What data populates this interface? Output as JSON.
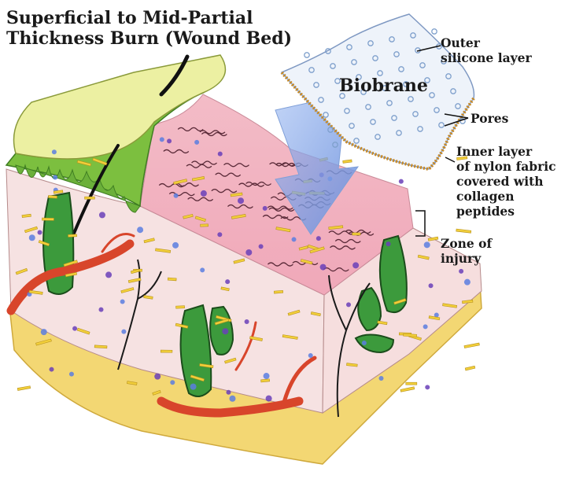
{
  "title": {
    "line1": "Superficial to Mid-Partial",
    "line2": "Thickness Burn (Wound Bed)"
  },
  "labels": {
    "biobrane": "Biobrane",
    "outer_layer": [
      "Outer",
      "silicone layer"
    ],
    "pores": "Pores",
    "inner_layer": [
      "Inner layer",
      "of nylon fabric",
      "covered with",
      "collagen",
      "peptides"
    ],
    "zone": [
      "Zone of",
      "injury"
    ]
  },
  "colors": {
    "epidermis_top": "#ecf0a2",
    "epidermis_green": "#7cbf3f",
    "wound_pink": "#f0b4c0",
    "dermis": "#f6e3e3",
    "fat": "#f3d773",
    "vessel_red": "#d8452b",
    "biobrane_fill": "#eef3fa",
    "biobrane_edge": "#c88a25",
    "arrow_blue": "#9bb6e8"
  }
}
